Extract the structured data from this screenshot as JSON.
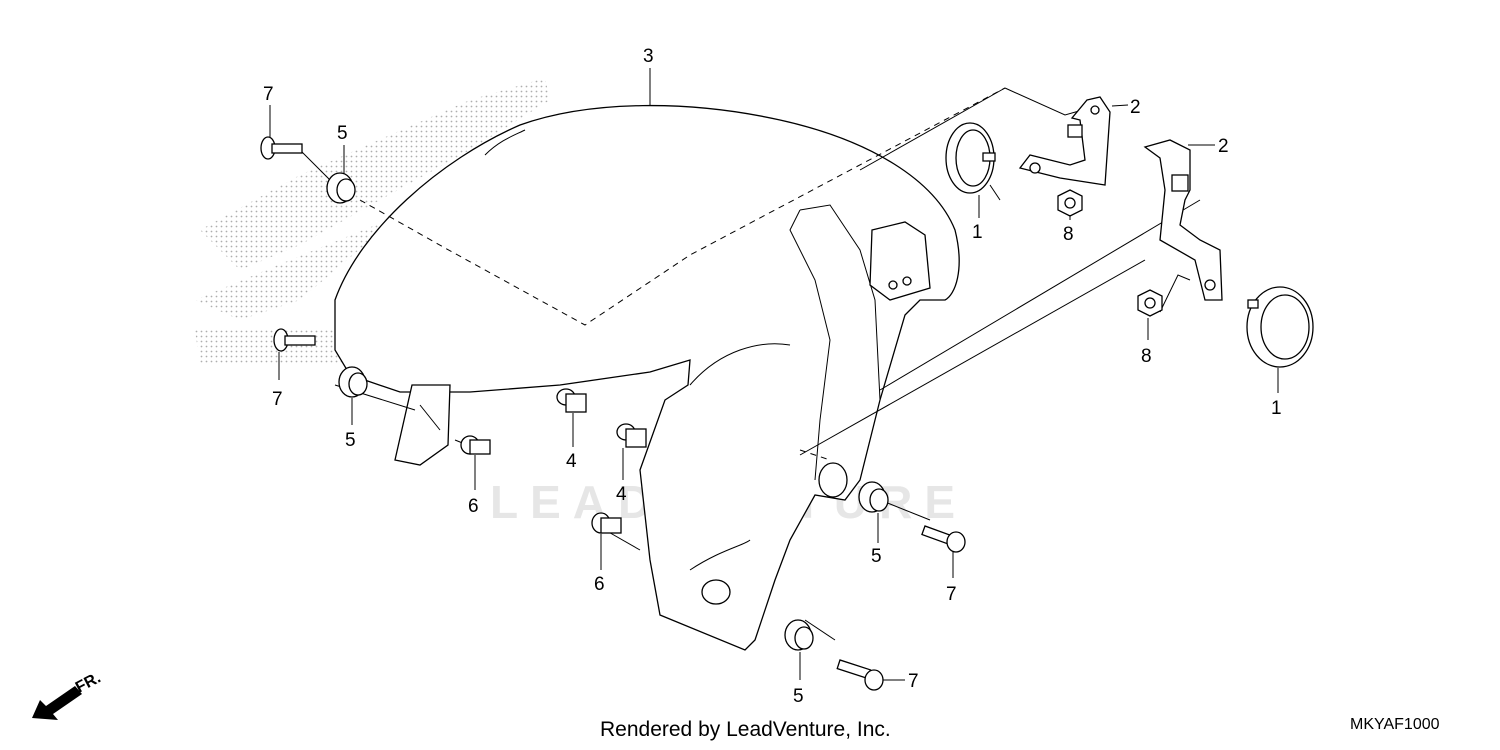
{
  "callouts": {
    "c3": "3",
    "c2a": "2",
    "c2b": "2",
    "c1a": "1",
    "c1b": "1",
    "c8a": "8",
    "c8b": "8",
    "c7a": "7",
    "c7b": "7",
    "c7c": "7",
    "c7d": "7",
    "c5a": "5",
    "c5b": "5",
    "c5c": "5",
    "c5d": "5",
    "c6a": "6",
    "c6b": "6",
    "c4a": "4",
    "c4b": "4"
  },
  "direction_label": "FR.",
  "watermark": "LEADVENTURE",
  "footer": {
    "credit": "Rendered by LeadVenture, Inc.",
    "code": "MKYAF1000"
  },
  "colors": {
    "line": "#000000",
    "watermark": "#e6e6e6",
    "background": "#ffffff"
  },
  "icons": [
    "front-direction-arrow-icon",
    "honda-wing-logo-watermark"
  ]
}
